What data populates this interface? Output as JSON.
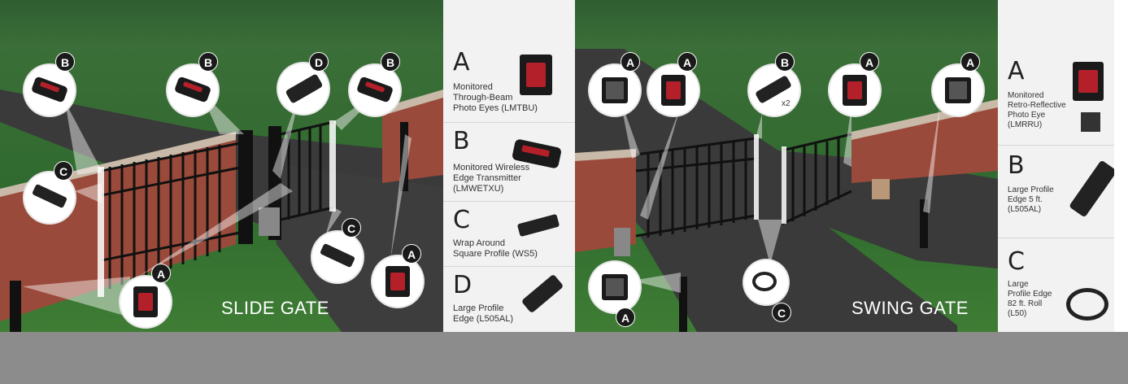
{
  "slide_scene": {
    "title": "SLIDE GATE",
    "badges": [
      "B",
      "B",
      "D",
      "B",
      "C",
      "C",
      "A",
      "A"
    ]
  },
  "slide_legend": {
    "items": [
      {
        "letter": "A",
        "text": "Monitored\nThrough-Beam\nPhoto Eyes (LMTBU)"
      },
      {
        "letter": "B",
        "text": "Monitored Wireless\nEdge Transmitter\n(LMWETXU)"
      },
      {
        "letter": "C",
        "text": "Wrap Around\nSquare Profile (WS5)"
      },
      {
        "letter": "D",
        "text": "Large Profile\nEdge (L505AL)"
      }
    ]
  },
  "swing_scene": {
    "title": "SWING GATE",
    "badges": [
      "A",
      "A",
      "B",
      "A",
      "A",
      "A",
      "C"
    ],
    "multiplier": "x2"
  },
  "swing_legend": {
    "items": [
      {
        "letter": "A",
        "text": "Monitored\nRetro-Reflective\nPhoto Eye\n(LMRRU)"
      },
      {
        "letter": "B",
        "text": "Large Profile\nEdge 5 ft.\n(L505AL)"
      },
      {
        "letter": "C",
        "text": "Large\nProfile Edge\n82 ft. Roll\n(L50)"
      }
    ]
  },
  "colors": {
    "grass": "#3a7334",
    "brick": "#9a4a3a",
    "road": "#3a3a3a",
    "sensor_red": "#b3202a",
    "badge": "#1a1a1a",
    "bottom_bar": "#8c8c8c"
  }
}
